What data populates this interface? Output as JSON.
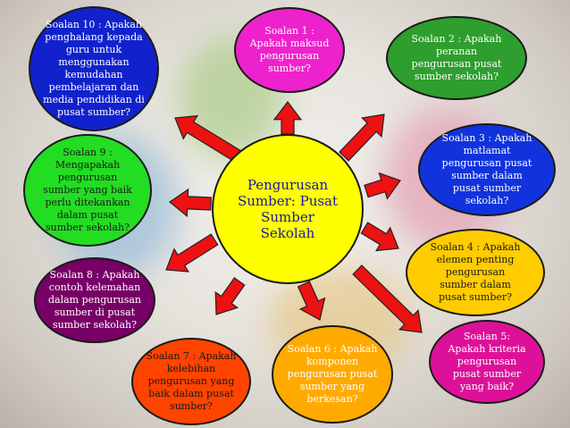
{
  "center": {
    "text": "Pengurusan\nSumber: Pusat\nSumber\nSekolah",
    "color": "#ffff00",
    "text_color": "#1a1a99"
  },
  "nodes": [
    {
      "id": "q1",
      "text": "Soalan 1 :\nApakah maksud\npengurusan\nsumber?",
      "color": "#ee22cc",
      "text_color": "#ffffff"
    },
    {
      "id": "q2",
      "text": "Soalan 2 : Apakah\nperanan\npengurusan pusat\nsumber sekolah?",
      "color": "#2e9e2e",
      "text_color": "#ffffff"
    },
    {
      "id": "q3",
      "text": "Soalan 3 : Apakah\nmatlamat\npengurusan pusat\nsumber dalam\npusat sumber\nsekolah?",
      "color": "#1133dd",
      "text_color": "#ffffff"
    },
    {
      "id": "q4",
      "text": "Soalan 4 : Apakah\nelemen penting\npengurusan\nsumber dalam\npusat sumber?",
      "color": "#ffcc00",
      "text_color": "#1a1a1a"
    },
    {
      "id": "q5",
      "text": "Soalan 5:\nApakah kriteria\npengurusan\npusat sumber\nyang baik?",
      "color": "#dd1199",
      "text_color": "#ffffff"
    },
    {
      "id": "q6",
      "text": "Soalan 6 : Apakah\nkomponen\npengurusan pusat\nsumber yang\nberkesan?",
      "color": "#ffaa00",
      "text_color": "#ffffff"
    },
    {
      "id": "q7",
      "text": "Soalan 7 : Apakah\nkelebihan\npengurusan yang\nbaik dalam pusat\nsumber?",
      "color": "#ff4400",
      "text_color": "#1a1a1a"
    },
    {
      "id": "q8",
      "text": "Soalan 8 : Apakah\ncontoh kelemahan\ndalam pengurusan\nsumber di pusat\nsumber sekolah?",
      "color": "#770066",
      "text_color": "#ffffff"
    },
    {
      "id": "q9",
      "text": "Soalan 9 :\nMengapakah\npengurusan\nsumber yang baik\nperlu ditekankan\ndalam pusat\nsumber sekolah?",
      "color": "#22dd22",
      "text_color": "#1a1a1a"
    },
    {
      "id": "q10",
      "text": "Soalan 10 : Apakah\npenghalang kepada\nguru untuk\nmenggunakan\nkemudahan\npembelajaran dan\nmedia pendidikan di\npusat sumber?",
      "color": "#1122cc",
      "text_color": "#ffffff"
    }
  ],
  "arrow_color": "#ee1111"
}
